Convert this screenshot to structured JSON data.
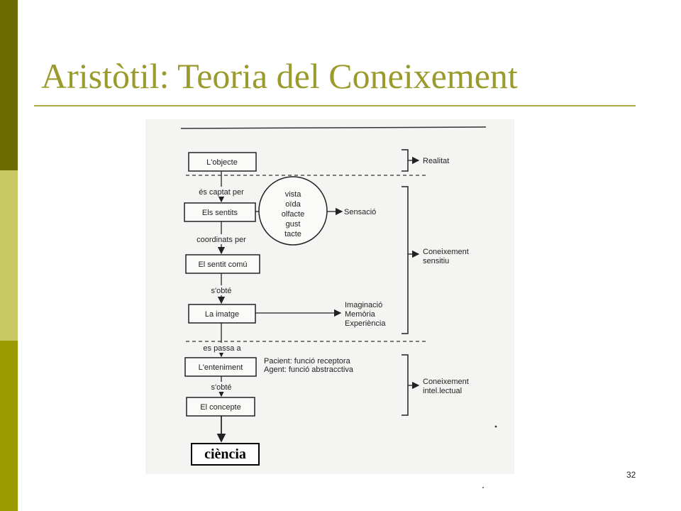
{
  "slide": {
    "title": "Aristòtil: Teoria del Coneixement",
    "page_number": "32"
  },
  "diagram": {
    "nodes": {
      "objecte": "L'objecte",
      "sentits": "Els sentits",
      "sentit_comu": "El sentit comú",
      "imatge": "La imatge",
      "enteniment": "L'enteniment",
      "concepte": "El concepte",
      "ciencia": "ciència"
    },
    "edges": {
      "captat": "és captat per",
      "coordinats": "coordinats per",
      "obte1": "s'obté",
      "passa": "es passa a",
      "obte2": "s'obté"
    },
    "senses": [
      "vista",
      "oïda",
      "olfacte",
      "gust",
      "tacte"
    ],
    "sensacio": "Sensació",
    "imagination": [
      "Imaginació",
      "Memòria",
      "Experiència"
    ],
    "enteniment_functions": {
      "pacient": "Pacient: funció receptora",
      "agent": "Agent:    funció abstracctiva"
    },
    "groups": {
      "realitat": "Realitat",
      "sensitiu": [
        "Coneixement",
        "sensitiu"
      ],
      "intelectual": [
        "Coneixement",
        "intel.lectual"
      ]
    }
  }
}
